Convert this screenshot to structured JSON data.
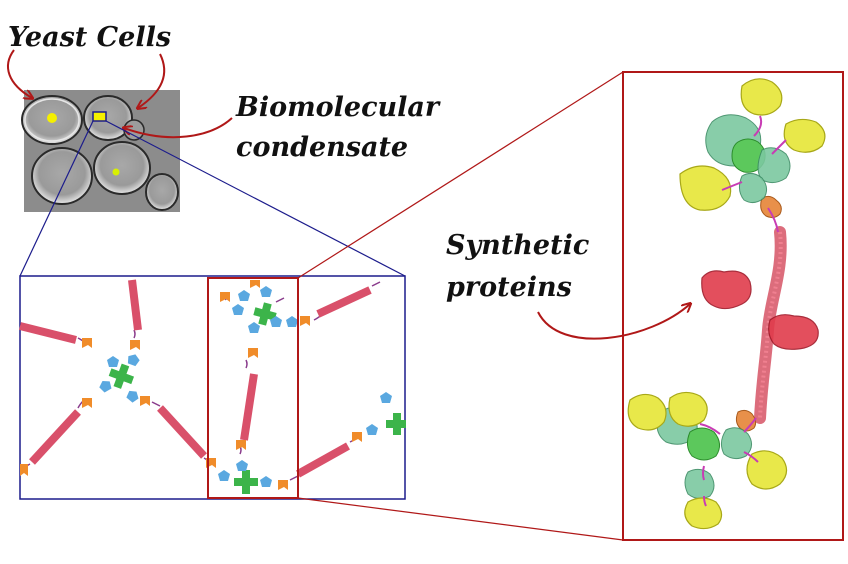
{
  "labels": {
    "yeast_cells": "Yeast Cells",
    "condensate_line1": "Biomolecular",
    "condensate_line2": "condensate",
    "synthetic_line1": "Synthetic",
    "synthetic_line2": "proteins"
  },
  "colors": {
    "callout_arrow": "#b01818",
    "zoom_box_blue": "#1c1c8c",
    "zoom_box_red": "#b01818",
    "rod": "#d9506a",
    "hub": "#3cb44a",
    "pentagon": "#5aa8e0",
    "wedge": "#f08c2a",
    "linker": "#8a3c8c",
    "condensate_dot": "#f5f000",
    "micrograph_bg": "#8a8a8a",
    "protein_yellow": "#e8e84a",
    "protein_teal": "#7cc8a0",
    "protein_green": "#5cc85c",
    "protein_red": "#e03c4c",
    "protein_orange": "#e8904a"
  },
  "icons": [
    "yeast-micrograph",
    "protein-network",
    "protein-structure"
  ]
}
